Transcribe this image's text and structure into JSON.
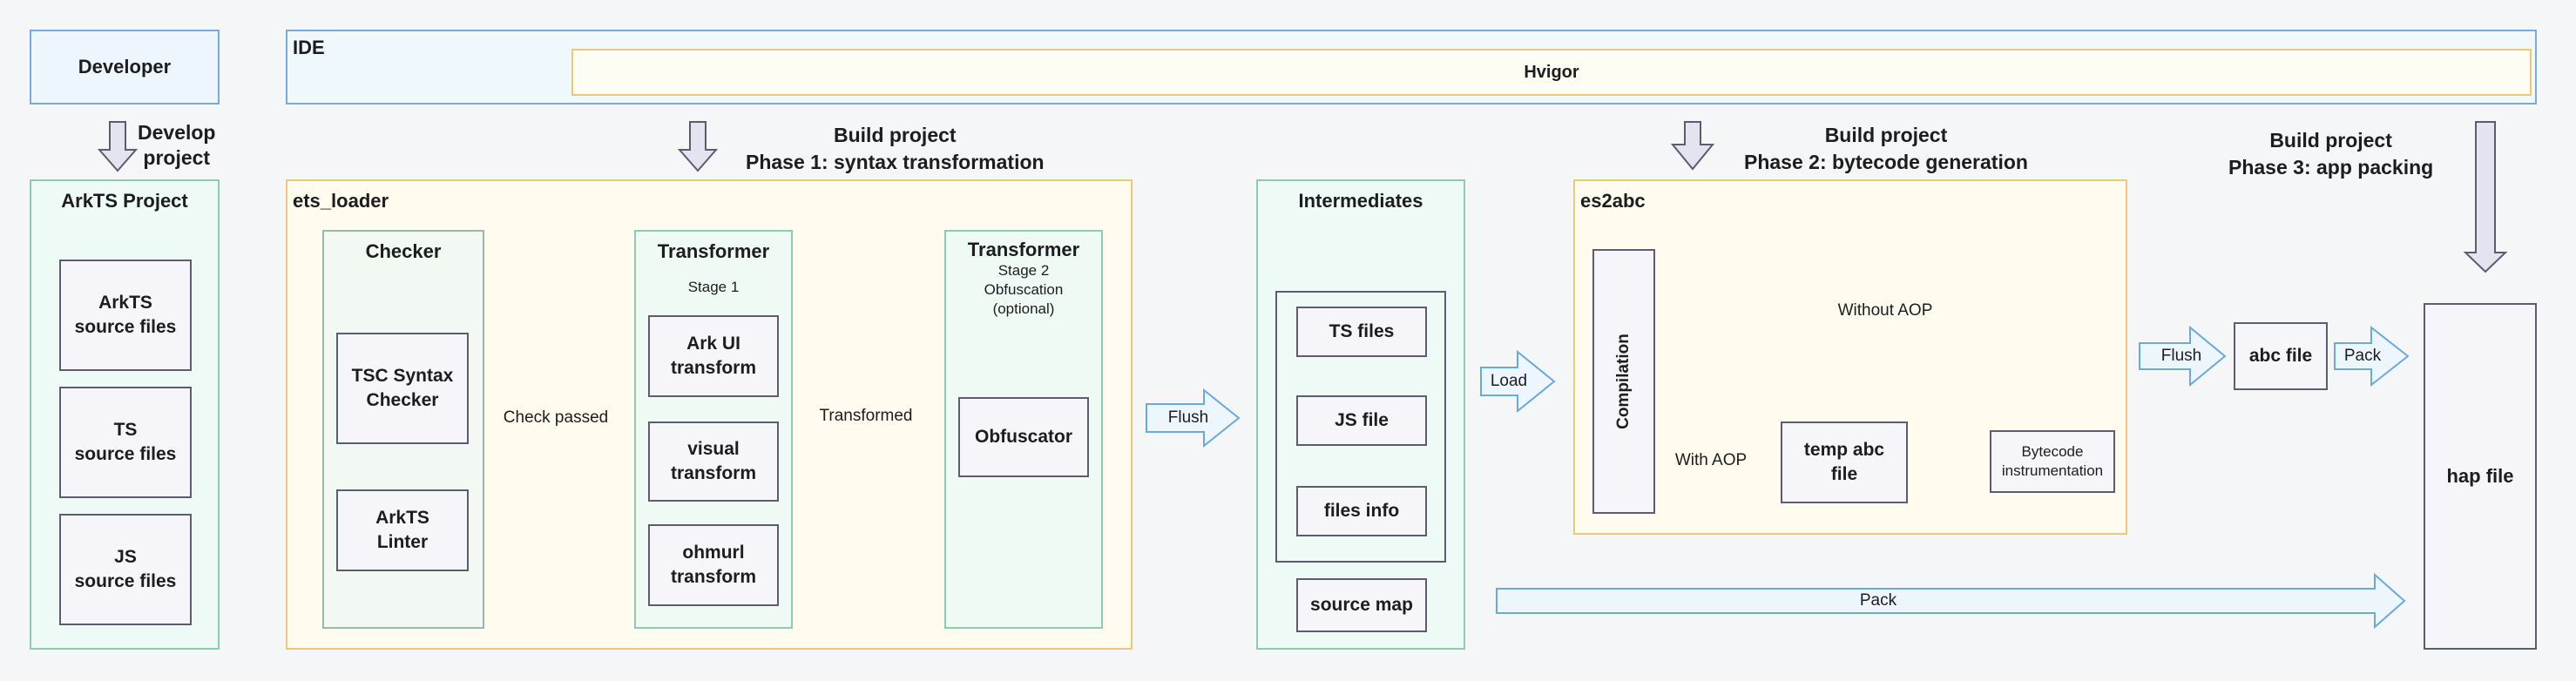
{
  "developer": "Developer",
  "develop_project": "Develop\nproject",
  "ide": {
    "label": "IDE",
    "hvigor": "Hvigor"
  },
  "phase1": "Build project\nPhase 1: syntax transformation",
  "phase2": "Build project\nPhase 2: bytecode generation",
  "phase3": "Build project\nPhase 3: app packing",
  "arkts_project": {
    "title": "ArkTS Project",
    "items": [
      "ArkTS\nsource files",
      "TS\nsource files",
      "JS\nsource files"
    ]
  },
  "ets_loader": {
    "label": "ets_loader",
    "checker": {
      "title": "Checker",
      "items": [
        "TSC Syntax\nChecker",
        "ArkTS\nLinter"
      ]
    },
    "check_passed": "Check passed",
    "transformer1": {
      "title": "Transformer",
      "stage": "Stage 1",
      "items": [
        "Ark UI\ntransform",
        "visual\ntransform",
        "ohmurl\ntransform"
      ]
    },
    "transformed": "Transformed",
    "transformer2": {
      "title": "Transformer",
      "stage": "Stage 2\nObfuscation\n(optional)",
      "items": [
        "Obfuscator"
      ]
    }
  },
  "flush1": "Flush",
  "intermediates": {
    "title": "Intermediates",
    "items": [
      "TS files",
      "JS file",
      "files info"
    ],
    "source_map": "source map"
  },
  "load": "Load",
  "es2abc": {
    "label": "es2abc",
    "compilation": "Compilation",
    "without_aop": "Without AOP",
    "with_aop": "With AOP",
    "temp_abc": "temp abc\nfile",
    "bytecode": "Bytecode\ninstrumentation"
  },
  "flush2": "Flush",
  "abc_file": "abc file",
  "pack1": "Pack",
  "pack2": "Pack",
  "hap_file": "hap file",
  "colors": {
    "blue_border": "#7aaad8",
    "gold_border": "#ecc978",
    "green_border": "#8fcbb0",
    "dark_border": "#5c5c6e"
  }
}
